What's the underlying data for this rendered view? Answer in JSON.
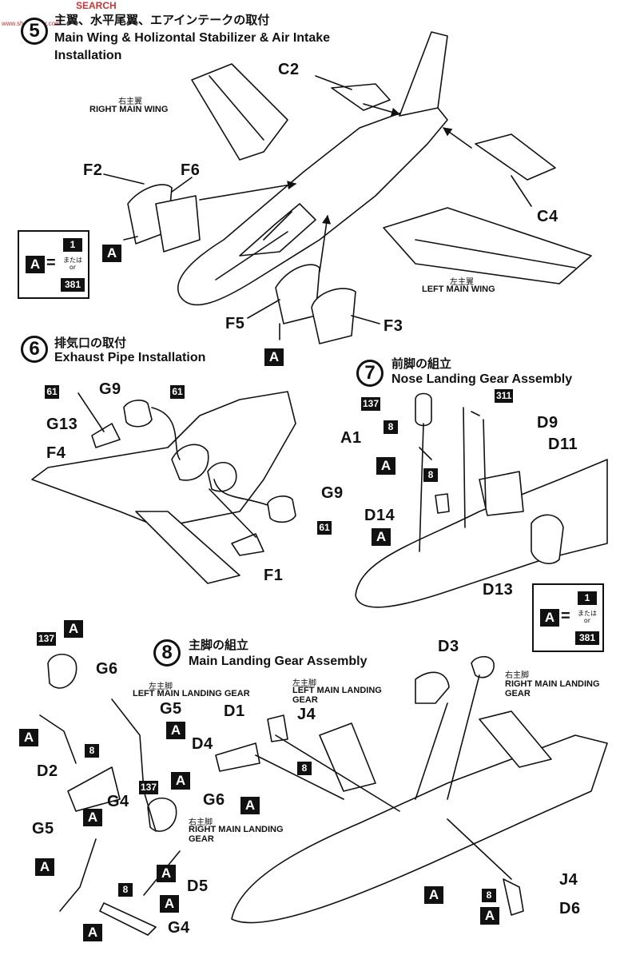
{
  "watermark": {
    "site": "SEARCH",
    "url": "www.shoubaner.com"
  },
  "steps": {
    "s5": {
      "num": "5",
      "jp": "主翼、水平尾翼、エアインテークの取付",
      "en1": "Main Wing & Holizontal Stabilizer & Air Intake",
      "en2": "Installation"
    },
    "s6": {
      "num": "6",
      "jp": "排気口の取付",
      "en": "Exhaust Pipe Installation"
    },
    "s7": {
      "num": "7",
      "jp": "前脚の組立",
      "en": "Nose Landing Gear Assembly"
    },
    "s8": {
      "num": "8",
      "jp": "主脚の組立",
      "en": "Main Landing Gear Assembly"
    }
  },
  "labels": {
    "right_wing_jp": "右主翼",
    "right_wing_en": "RIGHT MAIN WING",
    "left_wing_jp": "左主翼",
    "left_wing_en": "LEFT MAIN WING",
    "left_gear_jp": "左主脚",
    "left_gear_en": "LEFT MAIN LANDING GEAR",
    "right_gear_jp": "右主脚",
    "right_gear_en1": "RIGHT MAIN LANDING",
    "right_gear_en2": "GEAR",
    "left_gear2_jp": "左主脚",
    "left_gear2_en1": "LEFT MAIN LANDING",
    "left_gear2_en2": "GEAR",
    "right_gear2_jp": "右主脚",
    "right_gear2_en1": "RIGHT MAIN LANDING",
    "right_gear2_en2": "GEAR"
  },
  "parts": {
    "C2": "C2",
    "C4": "C4",
    "F2": "F2",
    "F6": "F6",
    "F5": "F5",
    "F3": "F3",
    "G9a": "G9",
    "G9b": "G9",
    "G13": "G13",
    "F4": "F4",
    "F1": "F1",
    "A1": "A1",
    "D9": "D9",
    "D11": "D11",
    "D14": "D14",
    "D13": "D13",
    "D3": "D3",
    "G6a": "G6",
    "G6b": "G6",
    "G5a": "G5",
    "G5b": "G5",
    "D1": "D1",
    "J4a": "J4",
    "J4b": "J4",
    "D4": "D4",
    "D2": "D2",
    "G4a": "G4",
    "G4b": "G4",
    "D5": "D5",
    "D6": "D6"
  },
  "marker": "A",
  "equals": "=",
  "paint_codes": {
    "p1": "1",
    "p8": "8",
    "p61": "61",
    "p137": "137",
    "p311": "311",
    "p381": "381"
  },
  "legend": {
    "or_jp": "または",
    "or_en": "or"
  },
  "colors": {
    "ink": "#111111",
    "paper": "#ffffff"
  }
}
